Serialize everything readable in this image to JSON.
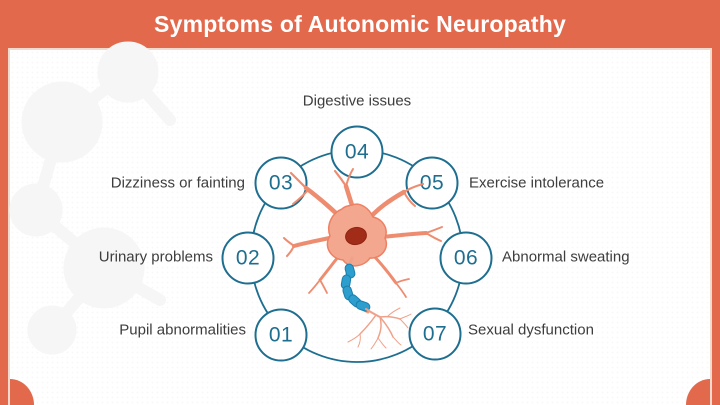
{
  "page": {
    "title": "Symptoms of Autonomic Neuropathy"
  },
  "colors": {
    "accent_orange": "#E2694B",
    "node_teal": "#1E6E90",
    "label_gray": "#3D3D3D",
    "soma_salmon": "#F3A78F",
    "dendrite_salmon": "#EE8C70",
    "nucleus_red": "#A12C18",
    "myelin_blue": "#2D9ECD"
  },
  "diagram": {
    "center_illustration": "neuron",
    "nodes": [
      {
        "number": "01",
        "label": "Pupil abnormalities",
        "label_side": "left"
      },
      {
        "number": "02",
        "label": "Urinary problems",
        "label_side": "left"
      },
      {
        "number": "03",
        "label": "Dizziness or fainting",
        "label_side": "left"
      },
      {
        "number": "04",
        "label": "Digestive issues",
        "label_side": "top"
      },
      {
        "number": "05",
        "label": "Exercise intolerance",
        "label_side": "right"
      },
      {
        "number": "06",
        "label": "Abnormal sweating",
        "label_side": "right"
      },
      {
        "number": "07",
        "label": "Sexual dysfunction",
        "label_side": "right"
      }
    ]
  }
}
